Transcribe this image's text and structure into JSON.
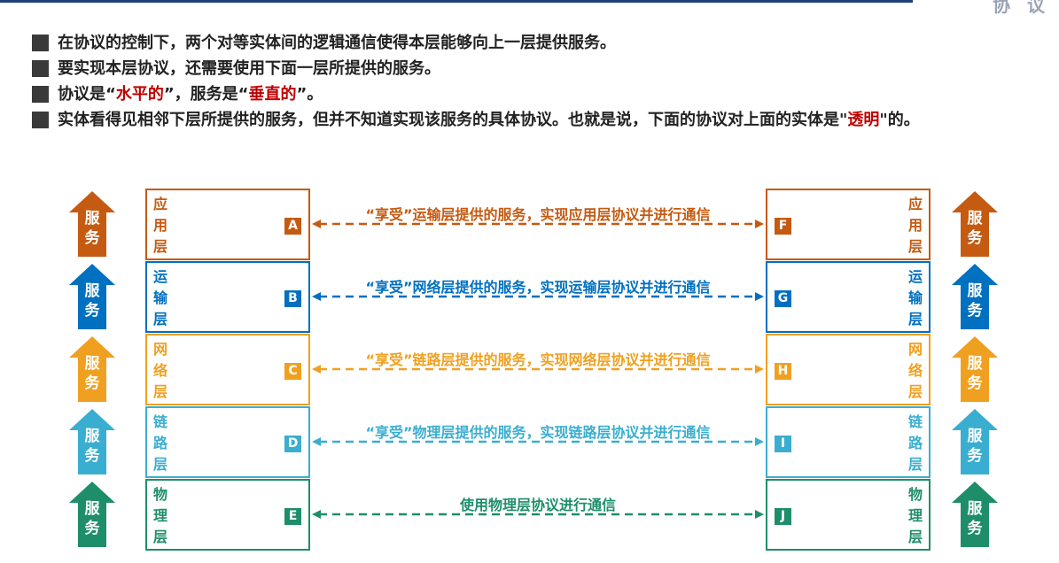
{
  "corner_text": "协 议",
  "bullets": [
    {
      "parts": [
        {
          "t": "在协议的控制下，两个对等实体间的逻辑通信使得本层能够向上一层提供服务。",
          "red": false
        }
      ]
    },
    {
      "parts": [
        {
          "t": "要实现本层协议，还需要使用下面一层所提供的服务。",
          "red": false
        }
      ]
    },
    {
      "parts": [
        {
          "t": "协议是“",
          "red": false
        },
        {
          "t": "水平的",
          "red": true
        },
        {
          "t": "”，服务是“",
          "red": false
        },
        {
          "t": "垂直的",
          "red": true
        },
        {
          "t": "”。",
          "red": false
        }
      ]
    },
    {
      "parts": [
        {
          "t": "实体看得见相邻下层所提供的服务，但并不知道实现该服务的具体协议。也就是说，下面的协议对上面的实体是\"",
          "red": false
        },
        {
          "t": "透明",
          "red": true
        },
        {
          "t": "\"的。",
          "red": false
        }
      ]
    }
  ],
  "service_label": "服务",
  "layers": [
    {
      "name": "应用层",
      "left_letter": "A",
      "right_letter": "F",
      "color": "#c55a11",
      "connection": "“享受”运输层提供的服务，实现应用层协议并进行通信"
    },
    {
      "name": "运输层",
      "left_letter": "B",
      "right_letter": "G",
      "color": "#0070c0",
      "connection": "“享受”网络层提供的服务，实现运输层协议并进行通信"
    },
    {
      "name": "网络层",
      "left_letter": "C",
      "right_letter": "H",
      "color": "#f0a020",
      "connection": "“享受”链路层提供的服务，实现网络层协议并进行通信"
    },
    {
      "name": "链路层",
      "left_letter": "D",
      "right_letter": "I",
      "color": "#3aaed0",
      "connection": "“享受”物理层提供的服务，实现链路层协议并进行通信"
    },
    {
      "name": "物理层",
      "left_letter": "E",
      "right_letter": "J",
      "color": "#1e8e6a",
      "connection": "使用物理层协议进行通信"
    }
  ],
  "box_border_colors": [
    "#c55a11",
    "#0070c0",
    "#f0a020",
    "#3aaed0",
    "#1e8e6a"
  ]
}
